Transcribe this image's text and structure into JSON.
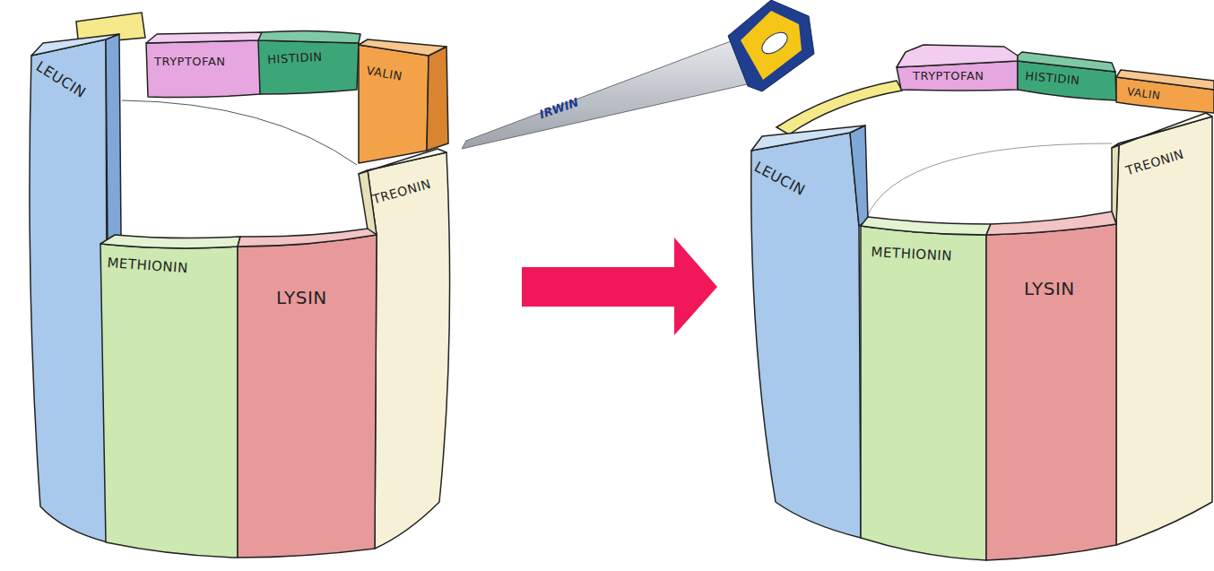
{
  "diagram": {
    "nodes": [
      {
        "text": [
          "LEUCIN"
        ]
      },
      {
        "text": [
          "TRYPTOFAN"
        ]
      },
      {
        "text": [
          "HISTIDIN"
        ]
      },
      {
        "text": [
          "VALIN"
        ]
      },
      {
        "text": [
          "TREONIN"
        ]
      },
      {
        "text": [
          "METHIONIN"
        ]
      },
      {
        "text": [
          "LYSIN"
        ]
      },
      {
        "text": [
          "TRYPTOFAN"
        ]
      },
      {
        "text": [
          "HISTIDIN"
        ]
      },
      {
        "text": [
          "VALIN"
        ]
      },
      {
        "text": [
          "LEUCIN"
        ]
      },
      {
        "text": [
          "TREONIN"
        ]
      },
      {
        "text": [
          "METHIONIN"
        ]
      },
      {
        "text": [
          "LYSIN"
        ]
      }
    ],
    "labels": [
      "IRWIN"
    ]
  }
}
